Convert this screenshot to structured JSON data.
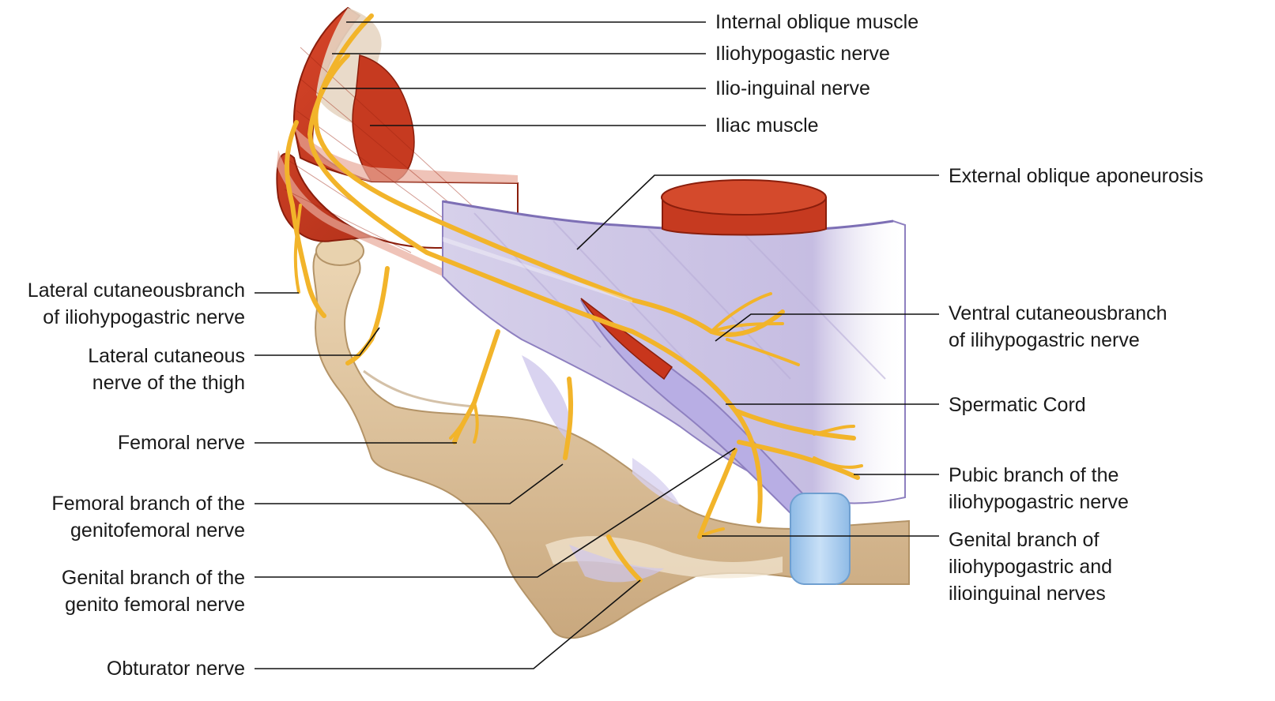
{
  "labels": {
    "internal_oblique": [
      "Internal oblique muscle"
    ],
    "iliohypogastric": [
      "Iliohypogastic nerve"
    ],
    "ilioinguinal": [
      "Ilio-inguinal nerve"
    ],
    "iliac_muscle": [
      "Iliac muscle"
    ],
    "external_oblique": [
      "External oblique aponeurosis"
    ],
    "ventral_cutaneous": [
      "Ventral cutaneousbranch",
      "of ilihypogastric nerve"
    ],
    "spermatic_cord": [
      "Spermatic Cord"
    ],
    "pubic_branch": [
      "Pubic branch of the",
      "iliohypogastric nerve"
    ],
    "genital_branch_ih": [
      "Genital branch of",
      "iliohypogastric and",
      "ilioinguinal nerves"
    ],
    "lateral_cutaneous_branch": [
      "Lateral cutaneousbranch",
      "of iliohypogastric nerve"
    ],
    "lateral_cutaneous_thigh": [
      "Lateral cutaneous",
      "nerve of the thigh"
    ],
    "femoral_nerve": [
      "Femoral nerve"
    ],
    "femoral_branch_gf": [
      "Femoral branch of the",
      "genitofemoral nerve"
    ],
    "genital_branch_gf": [
      "Genital branch of the",
      "genito femoral nerve"
    ],
    "obturator_nerve": [
      "Obturator nerve"
    ]
  },
  "colors": {
    "muscle": "#c8361c",
    "muscle_dark": "#9e2410",
    "nerve": "#f2b42a",
    "nerve_edge": "#c98a12",
    "bone": "#ddc09a",
    "bone_shadow": "#b89a72",
    "aponeurosis": "#c8bfe0",
    "aponeurosis_edge": "#8e80c0",
    "cartilage": "#a9cdef",
    "leader": "#111111"
  }
}
